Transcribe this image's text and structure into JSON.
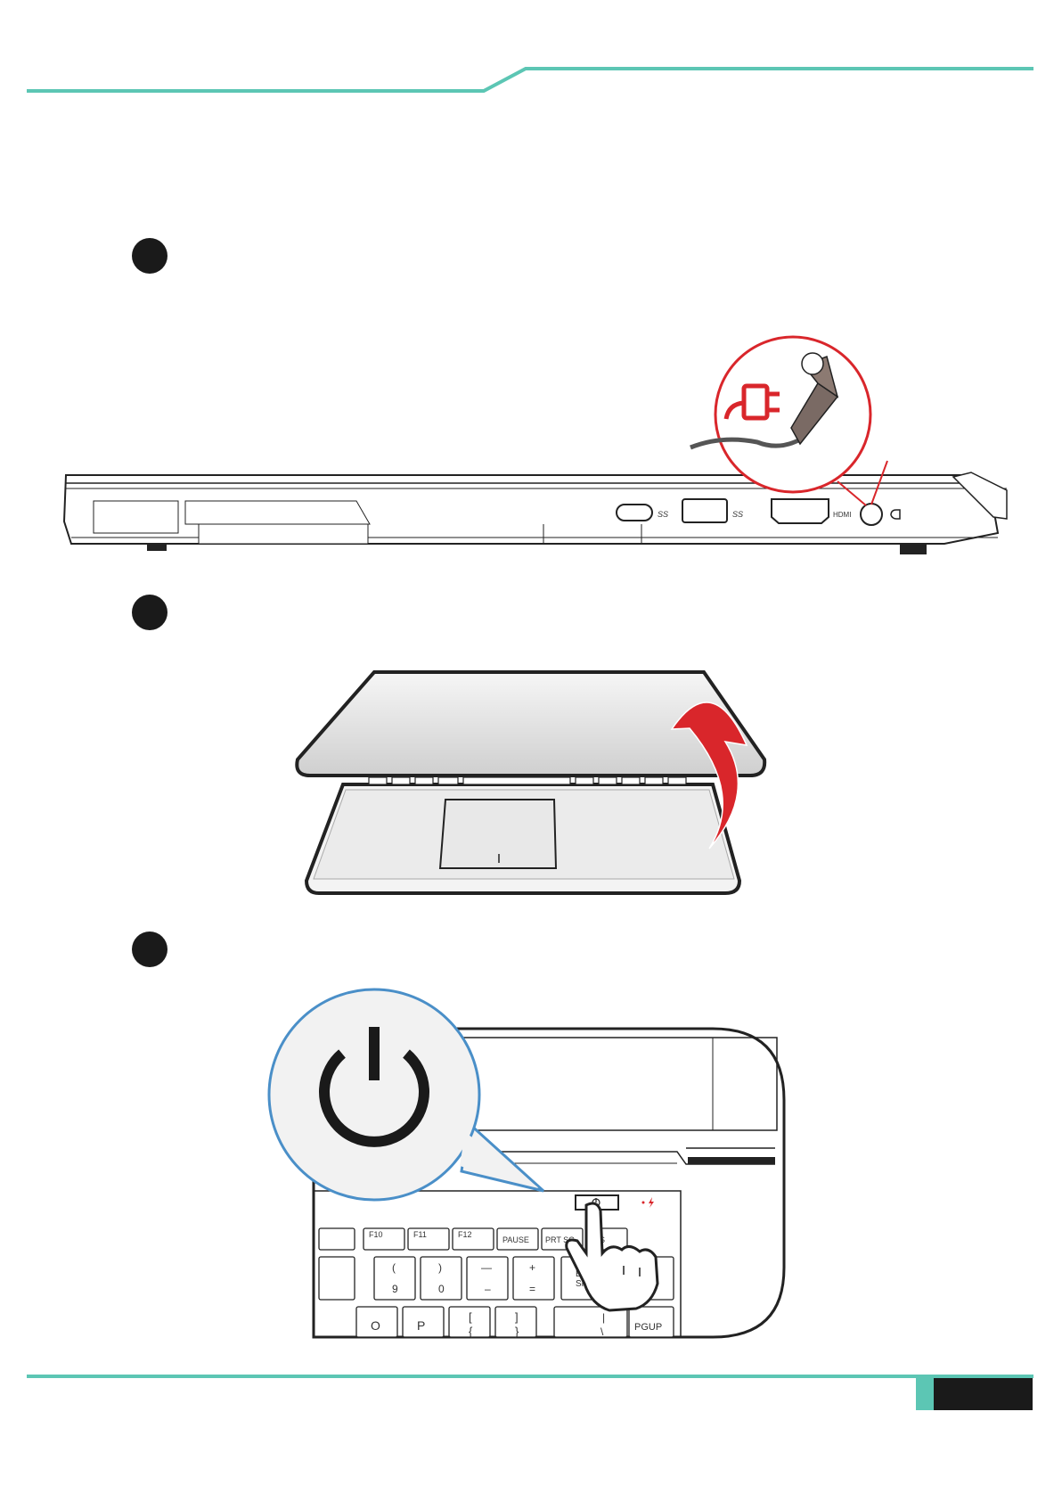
{
  "colors": {
    "accent_teal": "#5cc6b4",
    "step_dot": "#1a1a1a",
    "power_red": "#d9262b",
    "power_callout_blue": "#4a8fc8"
  },
  "steps": [
    {
      "icon": "power-adapter-icon"
    },
    {
      "icon": "lid-open-arrow-icon"
    },
    {
      "icon": "power-button-icon"
    }
  ],
  "port_labels": {
    "usb_c": "SS",
    "usb_a": "SS",
    "hdmi": "HDMI"
  },
  "keyboard": {
    "fn_keys": [
      "F10",
      "F11",
      "F12",
      "PAUSE",
      "PRT SC",
      "INS"
    ],
    "num_row_top": [
      "(",
      ")",
      "—",
      "+"
    ],
    "num_row_bottom": [
      "9",
      "0",
      "–",
      "="
    ],
    "backspace_line1": "BAC",
    "backspace_line2": "SPAC",
    "letter_row": [
      "O",
      "P"
    ],
    "bracket_top": [
      "[",
      "]"
    ],
    "bracket_bottom": [
      "{",
      "}"
    ],
    "pipe_top": "|",
    "pipe_bottom": "\\",
    "pgup": "PGUP"
  },
  "footer": {
    "page_number": ""
  }
}
